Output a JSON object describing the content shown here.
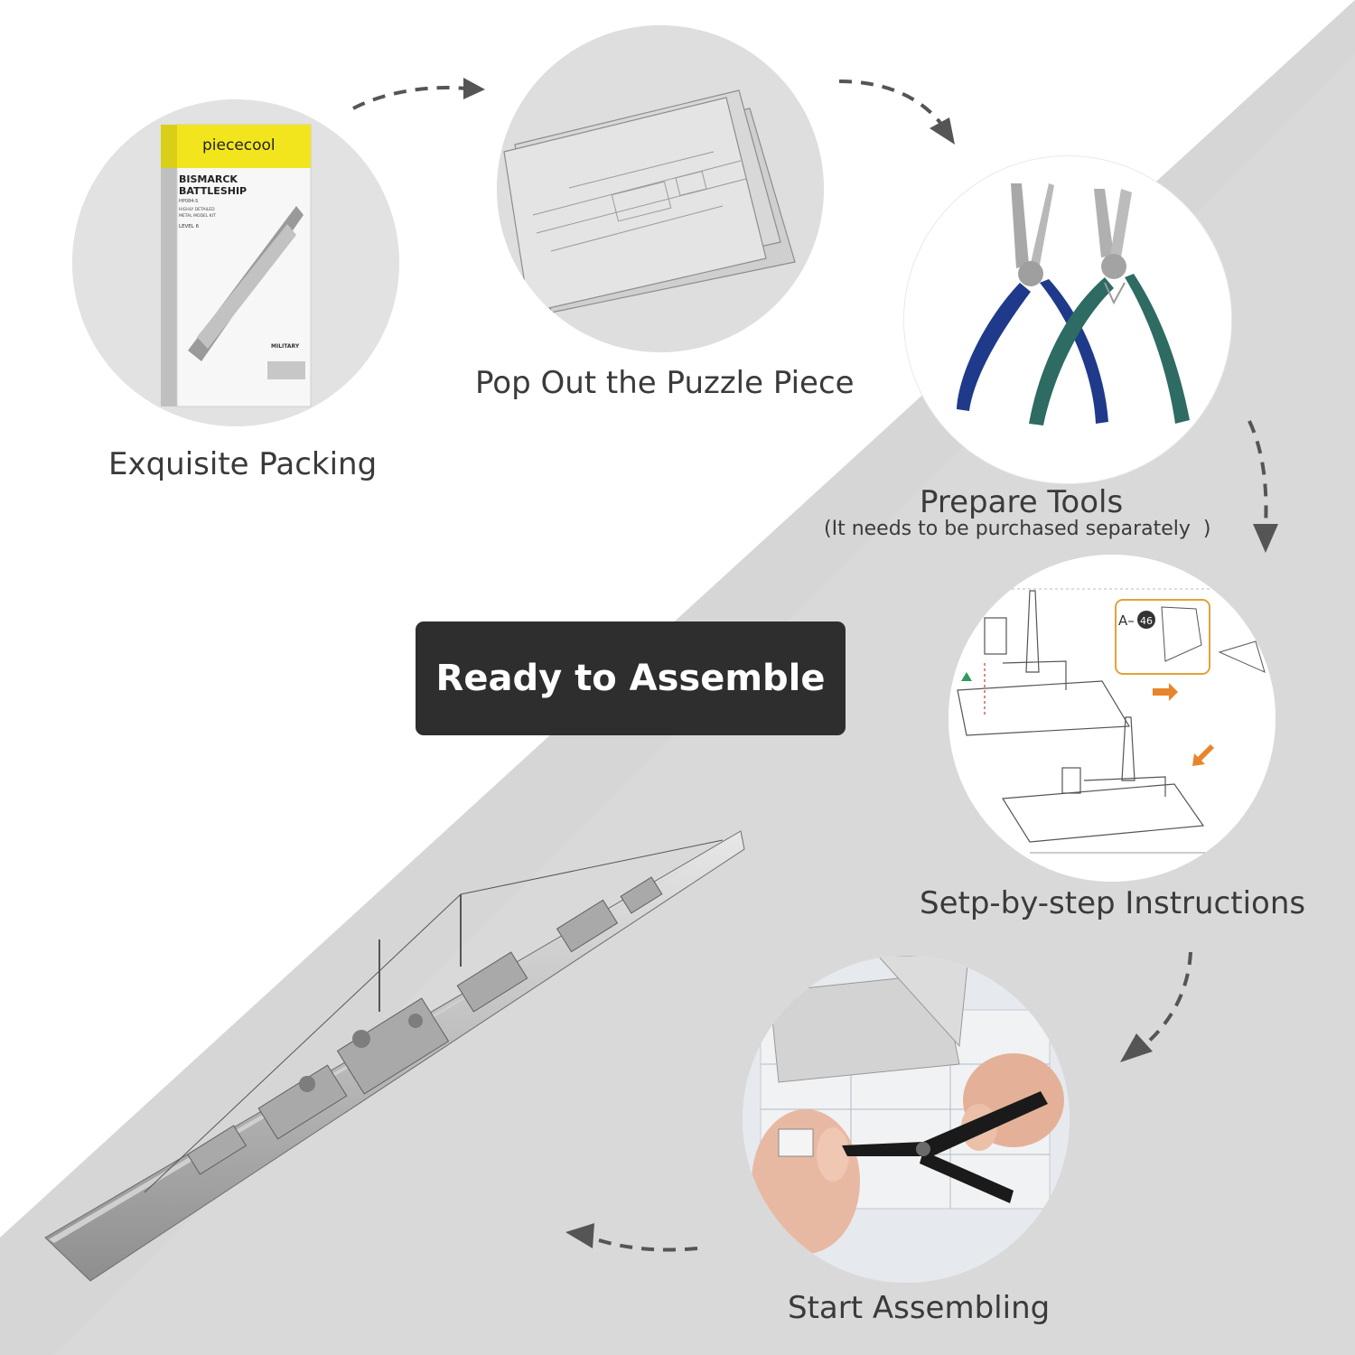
{
  "box": {
    "brand": "piececool",
    "title_line1": "BISMARCK",
    "title_line2": "BATTLESHIP",
    "sku": "HP084-S",
    "subtitle_line1": "HIGHLY DETAILED",
    "subtitle_line2": "METAL MODEL KIT",
    "level": "LEVEL 6",
    "series": "MILITARY"
  },
  "steps": {
    "packing": "Exquisite Packing",
    "pop_out": "Pop Out the Puzzle Piece",
    "tools": "Prepare Tools",
    "tools_note": "(It needs to be purchased separately  )",
    "instructions": "Setp-by-step Instructions",
    "assembling": "Start Assembling"
  },
  "instruction_callout": "A–",
  "instruction_part_number": "46",
  "badge": "Ready to Assemble",
  "colors": {
    "grey_band": "#d9d9d9",
    "badge_bg": "#2e2e2e",
    "arrow": "#555555",
    "pliers_blue": "#1f3a8a",
    "pliers_green": "#2e6b62",
    "box_yellow": "#f2e51d"
  }
}
